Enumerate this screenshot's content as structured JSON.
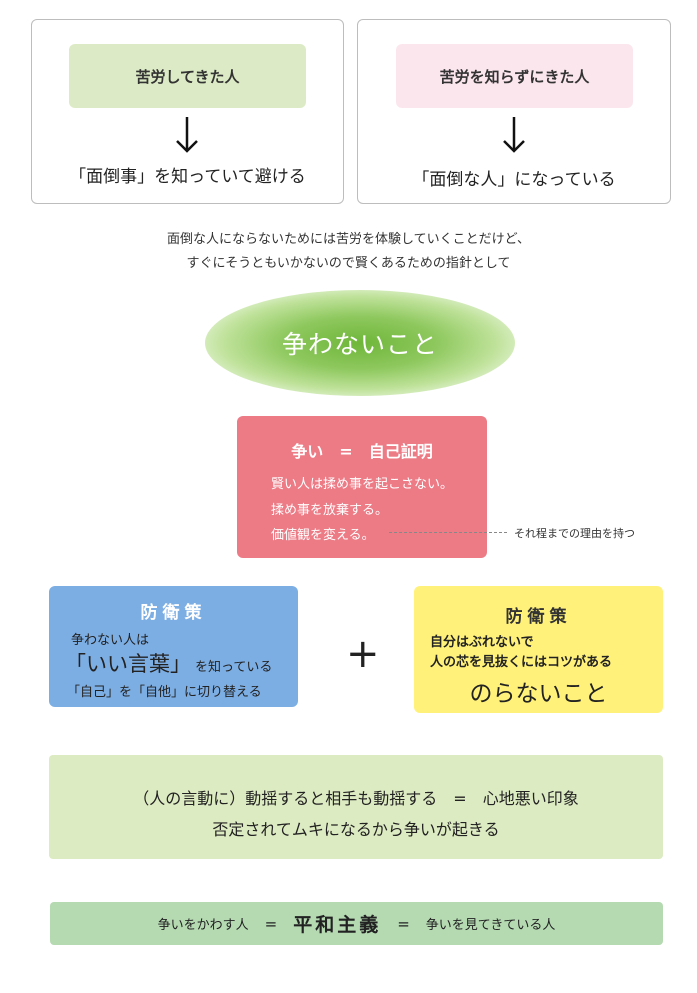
{
  "top_left": {
    "label": "苦労してきた人",
    "result": "「面倒事」を知っていて避ける"
  },
  "top_right": {
    "label": "苦労を知らずにきた人",
    "result": "「面倒な人」になっている"
  },
  "intro": {
    "line1": "面倒な人にならないためには苦労を体験していくことだけど、",
    "line2": "すぐにそうともいかないので賢くあるための指針として"
  },
  "headline": "争わないこと",
  "red_box": {
    "title": "争い　=　自己証明",
    "lines": [
      "賢い人は揉め事を起こさない。",
      "揉め事を放棄する。",
      "価値観を変える。"
    ],
    "side_note": "それ程までの理由を持つ"
  },
  "blue_box": {
    "title": "防衛策",
    "line1": "争わない人は",
    "emphasis": "「いい言葉」",
    "emphasis_suffix": "を知っている",
    "line3": "「自己」を「自他」に切り替える"
  },
  "plus_sign": "+",
  "yellow_box": {
    "title": "防衛策",
    "line1": "自分はぶれないで",
    "line2": "人の芯を見抜くにはコツがある",
    "emphasis": "のらないこと"
  },
  "green_box": {
    "line1": "（人の言動に）動揺すると相手も動揺する　=　心地悪い印象",
    "line2": "否定されてムキになるから争いが起きる"
  },
  "bottom_bar": {
    "left": "争いをかわす人",
    "eq1": "=",
    "center": "平和主義",
    "eq2": "=",
    "right": "争いを見てきている人"
  },
  "colors": {
    "left_pill": "#dcebc5",
    "right_pill": "#fbe6ee",
    "red_box": "#ec7b86",
    "blue_box": "#7daee3",
    "yellow_box": "#fff17a",
    "green_box": "#ddebc2",
    "bottom_bar": "#b5dab2",
    "ellipse": "#7abd45"
  }
}
